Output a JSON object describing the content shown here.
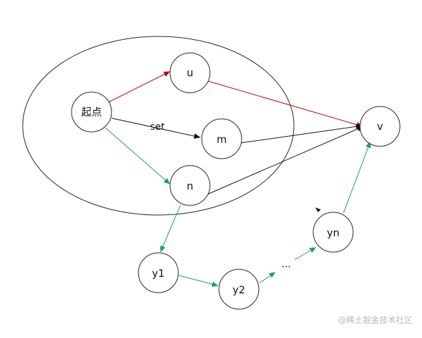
{
  "nodes": {
    "start": "起点",
    "u": "u",
    "m": "m",
    "n": "n",
    "v": "v",
    "y1": "y1",
    "y2": "y2",
    "yn": "yn"
  },
  "labels": {
    "set": "set",
    "ellipsis": "..."
  },
  "watermark": "@稀土掘金技术社区",
  "colors": {
    "red": "#c00000",
    "green": "#16a35a",
    "black": "#111111"
  }
}
